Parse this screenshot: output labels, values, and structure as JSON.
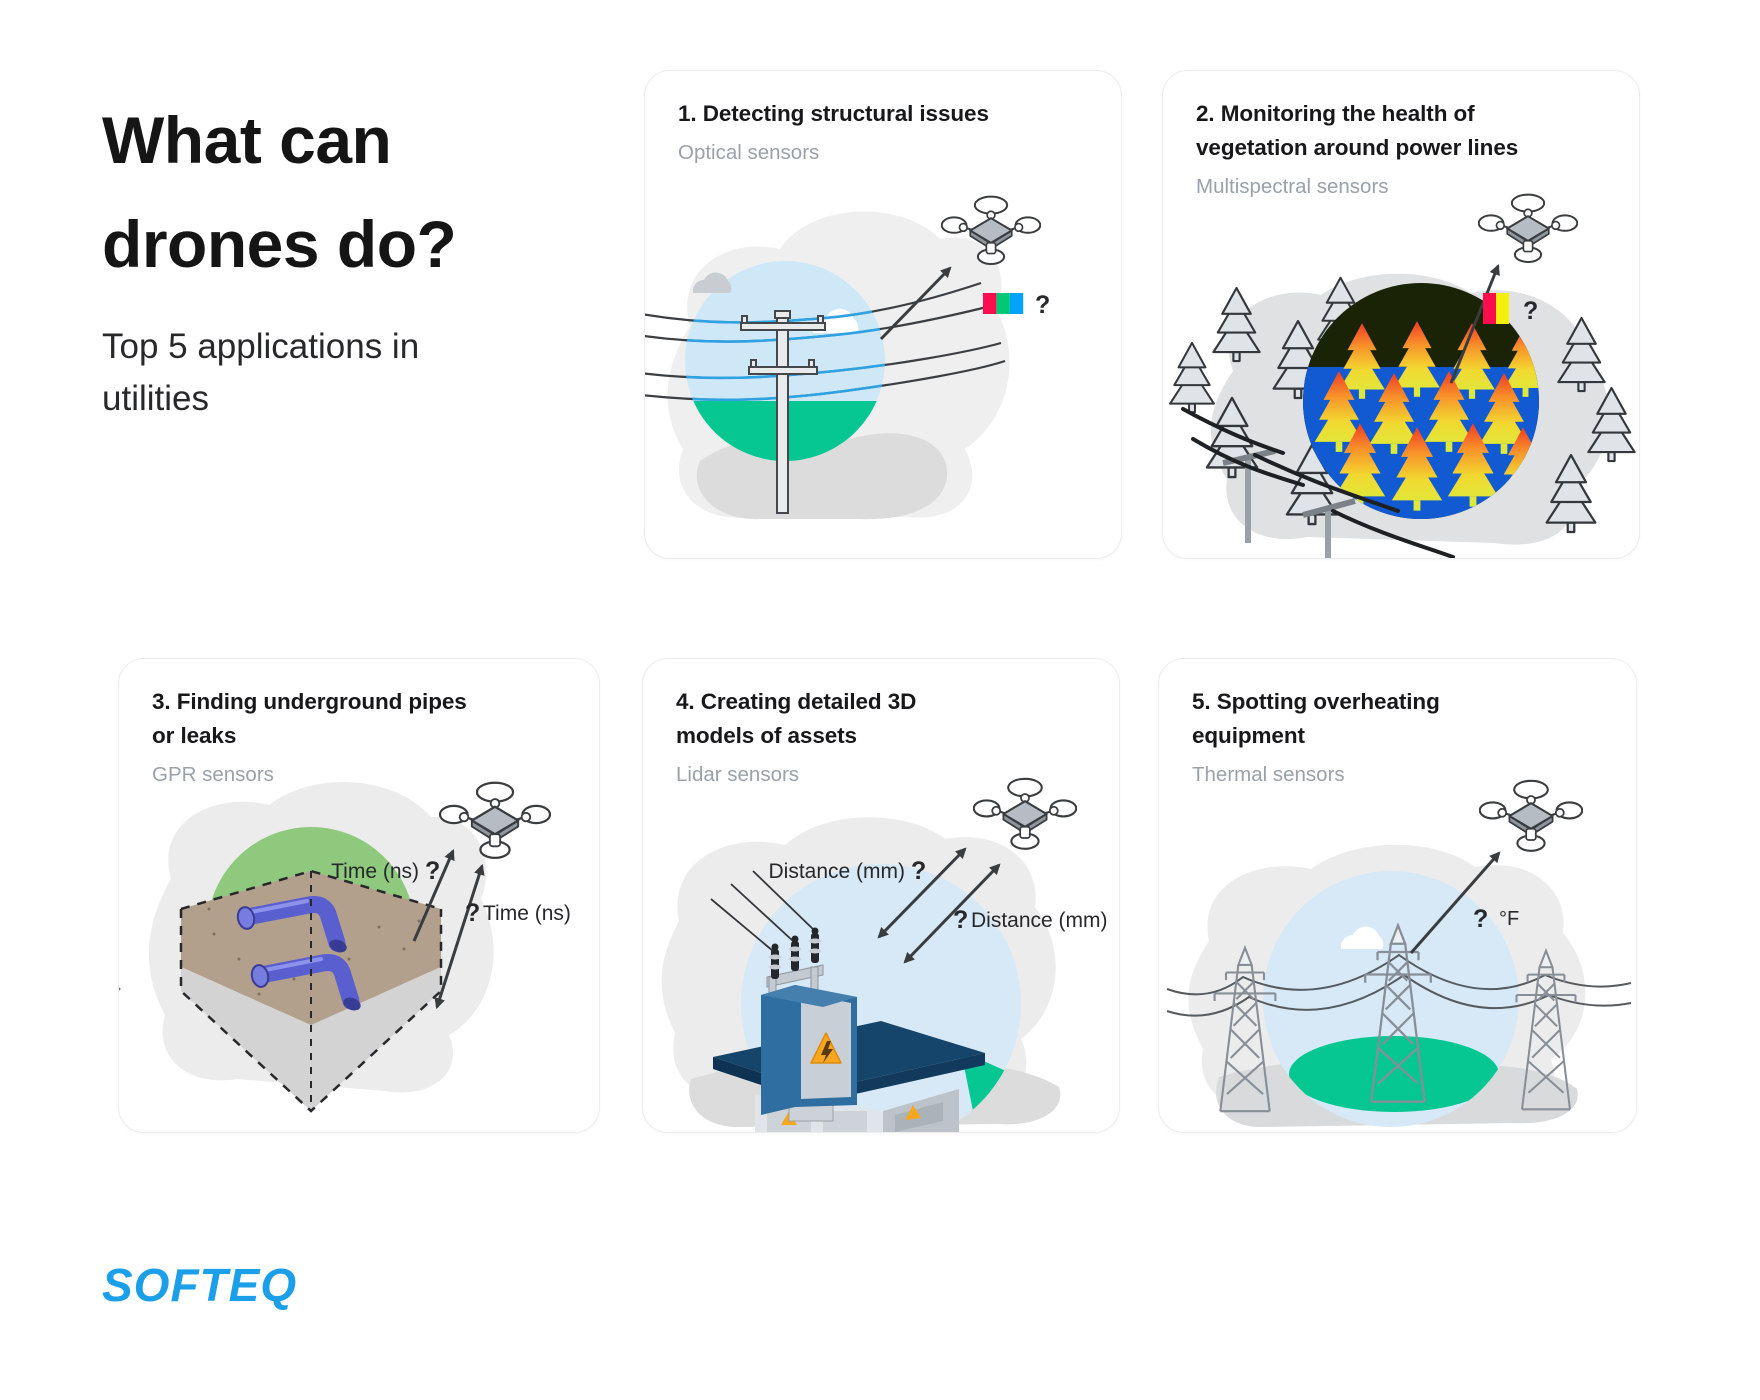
{
  "header": {
    "title_line1": "What can",
    "title_line2": "drones do?",
    "subtitle": "Top 5 applications in utilities"
  },
  "logo": "SOFTEQ",
  "colors": {
    "brand_blue": "#1a9fe8",
    "magnifier_blue": "#cfe8f7",
    "ground_green": "#06c792",
    "vegetation_blue": "#115ad2",
    "soil_green": "#8fc97e",
    "pipe_purple": "#5a5fd0"
  },
  "cards": [
    {
      "title": "1. Detecting structural issues",
      "sensor": "Optical sensors",
      "q": "?",
      "spectrum": [
        "#fb0d4e",
        "#00c875",
        "#00a2fa"
      ]
    },
    {
      "title": "2. Monitoring the health of vegetation around power lines",
      "sensor": "Multispectral sensors",
      "q": "?",
      "spectrum": [
        "#fb0d4e",
        "#f5ef0e"
      ]
    },
    {
      "title": "3. Finding underground pipes or leaks",
      "sensor": "GPR sensors",
      "signal_out_label": "Time (ns)",
      "signal_out_q": "?",
      "signal_back_q": "?",
      "signal_back_label": "Time (ns)"
    },
    {
      "title": "4. Creating detailed 3D models of assets",
      "sensor": "Lidar sensors",
      "signal_out_label": "Distance (mm)",
      "signal_out_q": "?",
      "signal_back_q": "?",
      "signal_back_label": "Distance (mm)"
    },
    {
      "title": "5. Spotting overheating equipment",
      "sensor": "Thermal sensors",
      "q": "?",
      "unit": "°F"
    }
  ]
}
